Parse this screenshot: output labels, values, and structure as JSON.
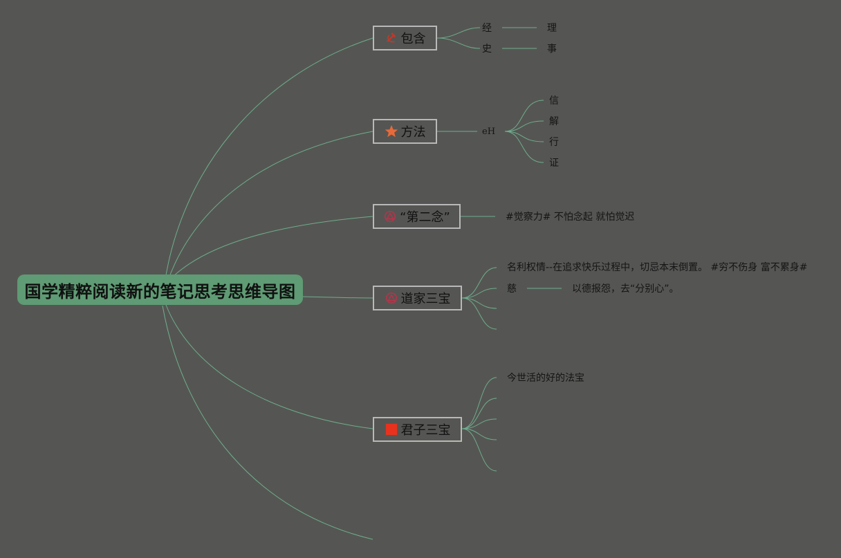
{
  "root": {
    "title": "国学精粹阅读新的笔记思考思维导图"
  },
  "branches": [
    {
      "key": "baohan",
      "label": "包含",
      "icon": "hammer-sickle-icon",
      "icon_color": "#c0392b",
      "children": [
        {
          "label": "经",
          "child": "理"
        },
        {
          "label": "史",
          "child": "事"
        }
      ]
    },
    {
      "key": "fangfa",
      "label": "方法",
      "icon": "star-icon",
      "icon_color": "#e86a3a",
      "children": [
        {
          "label": "eH",
          "children": [
            "信",
            "解",
            "行",
            "证"
          ]
        }
      ]
    },
    {
      "key": "dierian",
      "label": "“第二念”",
      "icon": "emblem-icon",
      "icon_color": "#c0304a",
      "children": [
        {
          "label": "#觉察力# 不怕念起 就怕觉迟"
        }
      ]
    },
    {
      "key": "daojia",
      "label": "道家三宝",
      "icon": "emblem-icon",
      "icon_color": "#c0304a",
      "children": [
        {
          "label": "名利权情--在追求快乐过程中，切忌本末倒置。 #穷不伤身 富不累身#"
        },
        {
          "label": "慈",
          "child": "以德报怨，去“分别心”。"
        },
        {
          "label": ""
        },
        {
          "label": ""
        }
      ]
    },
    {
      "key": "junzi",
      "label": "君子三宝",
      "icon": "flag-icon",
      "icon_color": "#e8321e",
      "children": [
        {
          "label": "今世活的好的法宝"
        },
        {
          "label": ""
        },
        {
          "label": ""
        },
        {
          "label": ""
        },
        {
          "label": ""
        }
      ]
    }
  ],
  "colors": {
    "background": "#555653",
    "line": "#6fae8e",
    "root_fill": "#5f9b74",
    "node_border": "#b9b9b9"
  }
}
